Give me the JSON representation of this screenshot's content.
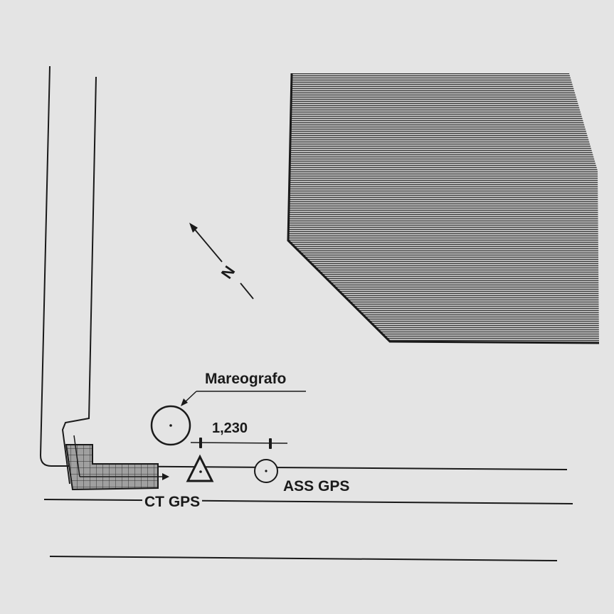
{
  "labels": {
    "tide_gauge": "Mareografo",
    "distance": "1,230",
    "ass_gps": "ASS GPS",
    "ct_gps": "CT GPS",
    "north": "N"
  },
  "icons": {
    "tide_gauge": "circle-with-center-dot-icon",
    "ass_gps": "circle-with-center-dot-icon",
    "ct_gps": "triangle-with-center-dot-icon",
    "north": "north-arrow-icon"
  },
  "colors": {
    "background": "#e4e4e4",
    "ink": "#1a1a1a",
    "water_fill": "#8a8a8a",
    "building_fill": "#999999"
  }
}
